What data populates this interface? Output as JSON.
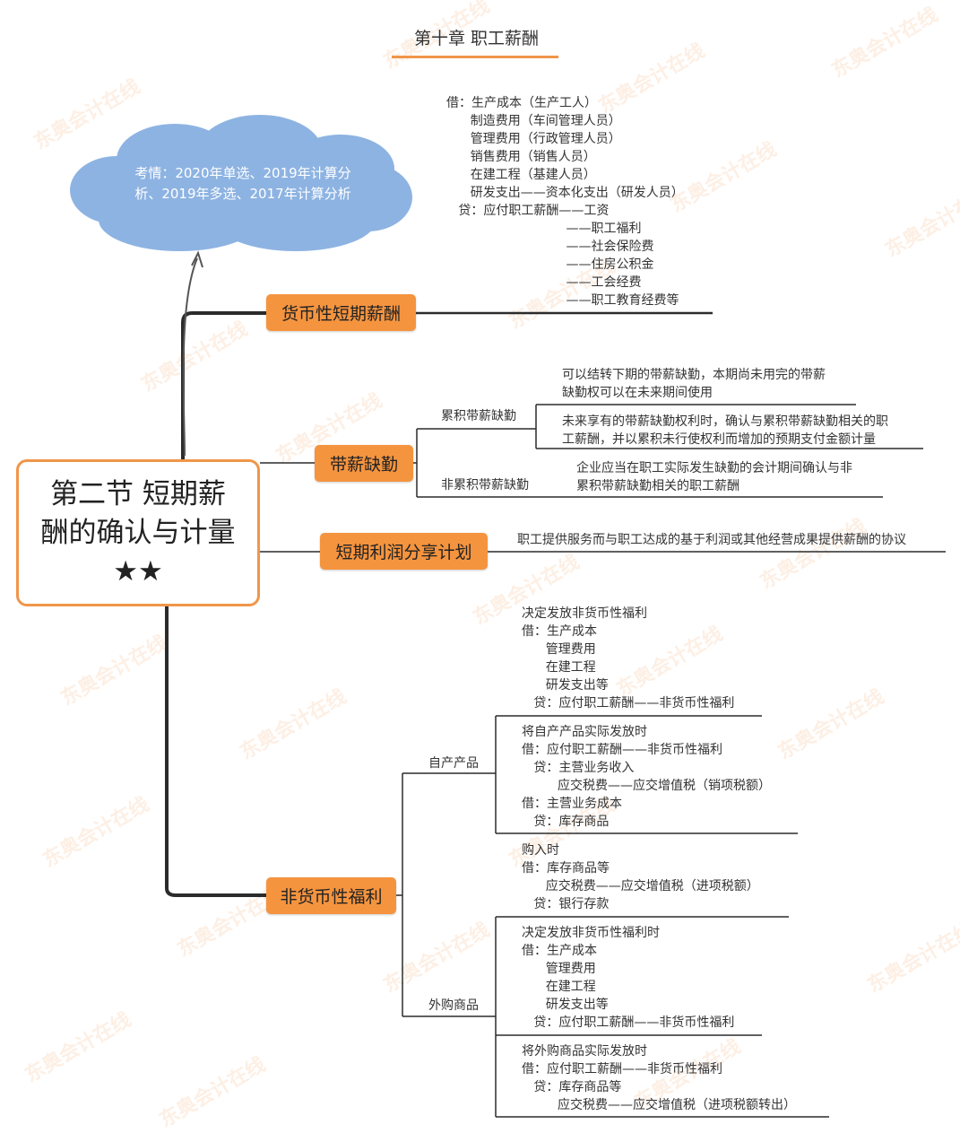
{
  "title": "第十章 职工薪酬",
  "central": "第二节 短期薪酬的确认与计量★★",
  "cloud": "考情：2020年单选、2019年计算分析、2019年多选、2017年计算分析",
  "watermark": "东奥会计在线",
  "branches": {
    "b1": {
      "label": "货币性短期薪酬",
      "lines": [
        "借：生产成本（生产工人）",
        "      制造费用（车间管理人员）",
        "      管理费用（行政管理人员）",
        "      销售费用（销售人员）",
        "      在建工程（基建人员）",
        "      研发支出——资本化支出（研发人员）",
        "   贷：应付职工薪酬——工资",
        "                              ——职工福利",
        "                              ——社会保险费",
        "                              ——住房公积金",
        "                              ——工会经费",
        "                              ——职工教育经费等"
      ]
    },
    "b2": {
      "label": "带薪缺勤",
      "sub1": "累积带薪缺勤",
      "sub1_a": "可以结转下期的带薪缺勤，本期尚未用完的带薪\n缺勤权可以在未来期间使用",
      "sub1_b": "未来享有的带薪缺勤权利时，确认与累积带薪缺勤相关的职\n工薪酬，并以累积未行使权利而增加的预期支付金额计量",
      "sub2": "非累积带薪缺勤",
      "sub2_a": "企业应当在职工实际发生缺勤的会计期间确认与非\n累积带薪缺勤相关的职工薪酬"
    },
    "b3": {
      "label": "短期利润分享计划",
      "desc": "职工提供服务而与职工达成的基于利润或其他经营成果提供薪酬的协议"
    },
    "b4": {
      "label": "非货币性福利",
      "sub1": "自产产品",
      "sub1_a": "决定发放非货币性福利\n借：生产成本\n      管理费用\n      在建工程\n      研发支出等\n   贷：应付职工薪酬——非货币性福利",
      "sub1_b": "将自产产品实际发放时\n借：应付职工薪酬——非货币性福利\n   贷：主营业务收入\n         应交税费——应交增值税（销项税额）\n借：主营业务成本\n   贷：库存商品",
      "sub2": "外购商品",
      "sub2_a": "购入时\n借：库存商品等\n      应交税费——应交增值税（进项税额）\n   贷：银行存款",
      "sub2_b": "决定发放非货币性福利时\n借：生产成本\n      管理费用\n      在建工程\n      研发支出等\n   贷：应付职工薪酬——非货币性福利",
      "sub2_c": "将外购商品实际发放时\n借：应付职工薪酬——非货币性福利\n   贷：库存商品等\n         应交税费——应交增值税（进项税额转出）"
    }
  },
  "colors": {
    "accent": "#f5943f",
    "border": "#f0964a",
    "cloud": "#8db3e2",
    "line": "#2b2b2b"
  }
}
